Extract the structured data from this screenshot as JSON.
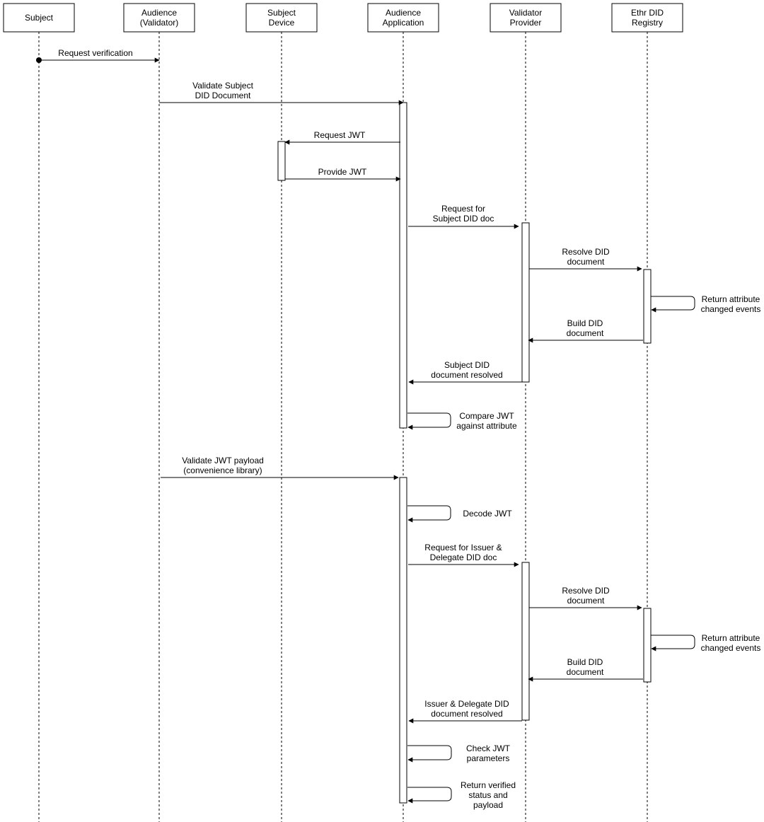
{
  "diagram": {
    "participants": [
      {
        "id": "subject",
        "lines": [
          "Subject"
        ]
      },
      {
        "id": "audience",
        "lines": [
          "Audience",
          "(Validator)"
        ]
      },
      {
        "id": "device",
        "lines": [
          "Subject",
          "Device"
        ]
      },
      {
        "id": "app",
        "lines": [
          "Audience",
          "Application"
        ]
      },
      {
        "id": "provider",
        "lines": [
          "Validator",
          "Provider"
        ]
      },
      {
        "id": "registry",
        "lines": [
          "Ethr DID",
          "Registry"
        ]
      }
    ],
    "messages": [
      {
        "id": "request-verification",
        "from": "subject",
        "to": "audience",
        "lines": [
          "Request verification"
        ]
      },
      {
        "id": "validate-subject-did",
        "from": "audience",
        "to": "app",
        "lines": [
          "Validate Subject",
          "DID Document"
        ]
      },
      {
        "id": "request-jwt",
        "from": "app",
        "to": "device",
        "lines": [
          "Request JWT"
        ]
      },
      {
        "id": "provide-jwt",
        "from": "device",
        "to": "app",
        "lines": [
          "Provide JWT"
        ]
      },
      {
        "id": "request-subject-did-doc",
        "from": "app",
        "to": "provider",
        "lines": [
          "Request for",
          "Subject DID doc"
        ]
      },
      {
        "id": "resolve-did-1",
        "from": "provider",
        "to": "registry",
        "lines": [
          "Resolve DID",
          "document"
        ]
      },
      {
        "id": "return-attr-events-1",
        "from": "registry",
        "to": "registry",
        "lines": [
          "Return attribute",
          "changed events"
        ]
      },
      {
        "id": "build-did-1",
        "from": "registry",
        "to": "provider",
        "lines": [
          "Build DID",
          "document"
        ]
      },
      {
        "id": "subject-did-resolved",
        "from": "provider",
        "to": "app",
        "lines": [
          "Subject DID",
          "document resolved"
        ]
      },
      {
        "id": "compare-jwt",
        "from": "app",
        "to": "app",
        "lines": [
          "Compare JWT",
          "against attribute"
        ]
      },
      {
        "id": "validate-jwt-payload",
        "from": "audience",
        "to": "app",
        "lines": [
          "Validate JWT payload",
          "(convenience library)"
        ]
      },
      {
        "id": "decode-jwt",
        "from": "app",
        "to": "app",
        "lines": [
          "Decode JWT"
        ]
      },
      {
        "id": "request-issuer-delegate-did",
        "from": "app",
        "to": "provider",
        "lines": [
          "Request for Issuer &",
          "Delegate DID doc"
        ]
      },
      {
        "id": "resolve-did-2",
        "from": "provider",
        "to": "registry",
        "lines": [
          "Resolve DID",
          "document"
        ]
      },
      {
        "id": "return-attr-events-2",
        "from": "registry",
        "to": "registry",
        "lines": [
          "Return attribute",
          "changed events"
        ]
      },
      {
        "id": "build-did-2",
        "from": "registry",
        "to": "provider",
        "lines": [
          "Build DID",
          "document"
        ]
      },
      {
        "id": "issuer-delegate-resolved",
        "from": "provider",
        "to": "app",
        "lines": [
          "Issuer & Delegate DID",
          "document resolved"
        ]
      },
      {
        "id": "check-jwt-params",
        "from": "app",
        "to": "app",
        "lines": [
          "Check JWT",
          "parameters"
        ]
      },
      {
        "id": "return-verified",
        "from": "app",
        "to": "app",
        "lines": [
          "Return verified",
          "status and",
          "payload"
        ]
      }
    ]
  }
}
